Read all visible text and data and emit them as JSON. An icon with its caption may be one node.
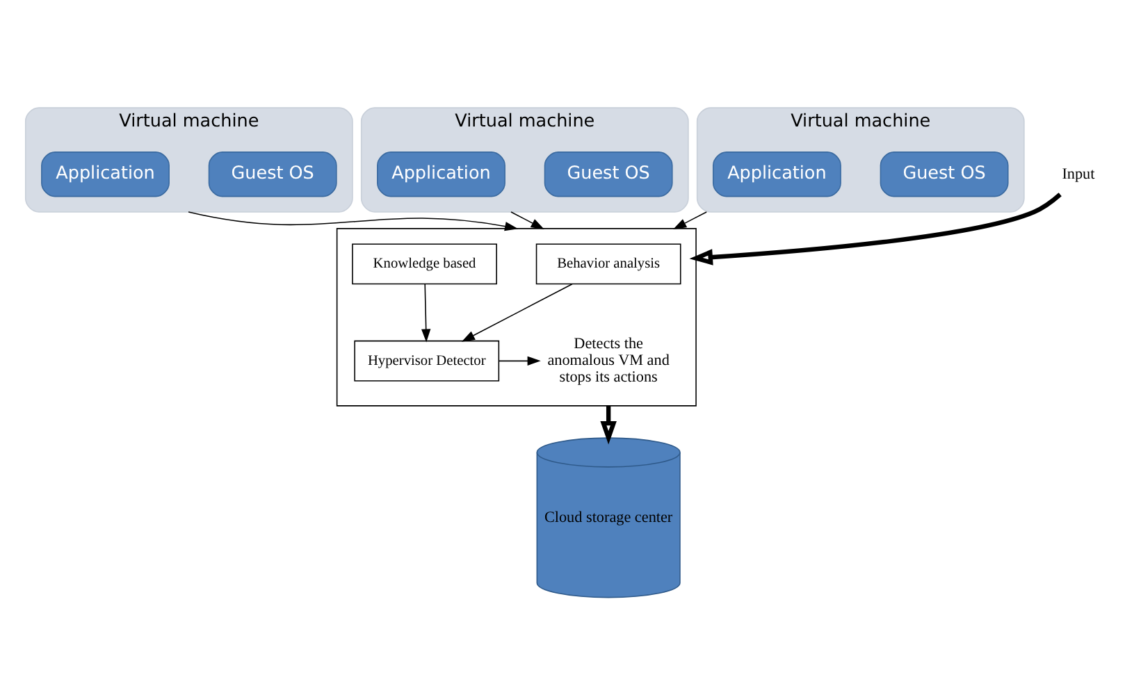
{
  "diagram": {
    "nodes": [
      {
        "text": [
          "Virtual machine"
        ]
      },
      {
        "text": [
          "Guest OS"
        ],
        "in": 0
      },
      {
        "text": [
          "Application"
        ],
        "in": 0
      },
      {
        "text": [
          "Virtual machine"
        ]
      },
      {
        "text": [
          "Guest OS"
        ],
        "in": 3
      },
      {
        "text": [
          "Application"
        ],
        "in": 3
      },
      {
        "text": [
          "Virtual machine"
        ]
      },
      {
        "text": [
          "Guest OS"
        ],
        "in": 6
      },
      {
        "text": [
          "Application"
        ],
        "in": 6
      },
      {
        "text": [],
        "shape": "box"
      },
      {
        "text": [
          "Behavior analysis"
        ],
        "in": 9
      },
      {
        "text": [
          "Knowledge based"
        ],
        "in": 9
      },
      {
        "text": [
          "Hypervisor Detector"
        ],
        "in": 9
      },
      {
        "text": [
          "Detects the anomalous VM and stops its actions"
        ],
        "in": 9
      },
      {
        "text": [
          "Input"
        ]
      },
      {
        "text": [
          "Cloud storage center"
        ]
      }
    ],
    "edges": [
      {
        "from": 0,
        "to": 9,
        "arrow": "to"
      },
      {
        "from": 3,
        "to": 9,
        "arrow": "to"
      },
      {
        "from": 6,
        "to": 9,
        "arrow": "to"
      },
      {
        "from": 10,
        "to": 12,
        "arrow": "to"
      },
      {
        "from": 11,
        "to": 12,
        "arrow": "to"
      },
      {
        "from": 12,
        "to": 13,
        "arrow": "to"
      },
      {
        "from": 14,
        "to": 9,
        "arrow": "to",
        "style": "thick"
      },
      {
        "from": 9,
        "to": 15,
        "arrow": "to",
        "style": "thick"
      }
    ]
  }
}
